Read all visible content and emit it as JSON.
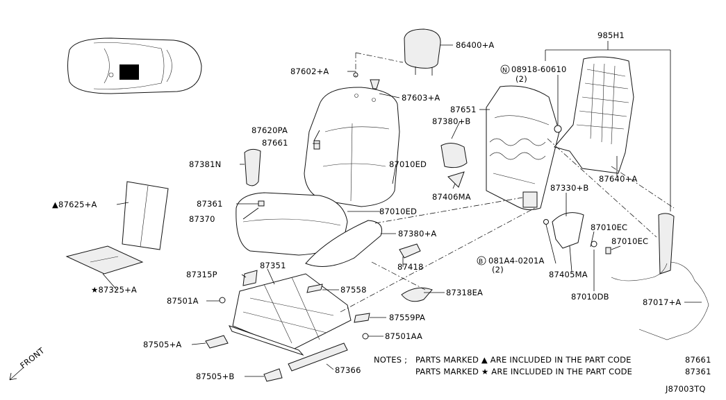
{
  "diagram": {
    "code": "J87003TQ",
    "front_label": "FRONT",
    "parts": [
      {
        "id": "p-86400",
        "label": "86400+A"
      },
      {
        "id": "p-87602",
        "label": "87602+A"
      },
      {
        "id": "p-87603",
        "label": "87603+A"
      },
      {
        "id": "p-87651",
        "label": "87651"
      },
      {
        "id": "p-87380b",
        "label": "87380+B"
      },
      {
        "id": "p-87620pa",
        "label": "87620PA"
      },
      {
        "id": "p-87661",
        "label": "87661"
      },
      {
        "id": "p-87381n",
        "label": "87381N"
      },
      {
        "id": "p-87010ed1",
        "label": "87010ED"
      },
      {
        "id": "p-87406ma",
        "label": "87406MA"
      },
      {
        "id": "p-87625",
        "label": "87625+A"
      },
      {
        "id": "p-87361",
        "label": "87361"
      },
      {
        "id": "p-87010ed2",
        "label": "87010ED"
      },
      {
        "id": "p-87370",
        "label": "87370"
      },
      {
        "id": "p-87380a",
        "label": "87380+A"
      },
      {
        "id": "p-87418",
        "label": "87418"
      },
      {
        "id": "p-87325",
        "label": "87325+A"
      },
      {
        "id": "p-87315p",
        "label": "87315P"
      },
      {
        "id": "p-87351",
        "label": "87351"
      },
      {
        "id": "p-87558",
        "label": "87558"
      },
      {
        "id": "p-87501a",
        "label": "87501A"
      },
      {
        "id": "p-87318ea",
        "label": "87318EA"
      },
      {
        "id": "p-87559pa",
        "label": "87559PA"
      },
      {
        "id": "p-87505a",
        "label": "87505+A"
      },
      {
        "id": "p-87501aa",
        "label": "87501AA"
      },
      {
        "id": "p-87366",
        "label": "87366"
      },
      {
        "id": "p-87505b",
        "label": "87505+B"
      },
      {
        "id": "p-985h1",
        "label": "985H1"
      },
      {
        "id": "p-08918",
        "label": "08918-60610"
      },
      {
        "id": "p-08918q",
        "label": "(2)"
      },
      {
        "id": "p-87640",
        "label": "87640+A"
      },
      {
        "id": "p-87330b",
        "label": "87330+B"
      },
      {
        "id": "p-87010ec1",
        "label": "87010EC"
      },
      {
        "id": "p-87010ec2",
        "label": "87010EC"
      },
      {
        "id": "p-081a4",
        "label": "081A4-0201A"
      },
      {
        "id": "p-081a4q",
        "label": "(2)"
      },
      {
        "id": "p-87405ma",
        "label": "87405MA"
      },
      {
        "id": "p-87010db",
        "label": "87010DB"
      },
      {
        "id": "p-87017",
        "label": "87017+A"
      }
    ],
    "notes": {
      "title": "NOTES ;",
      "line1_text": "PARTS MARKED ▲ ARE INCLUDED IN THE PART CODE",
      "line1_code": "87661",
      "line2_text": "PARTS MARKED ★ ARE INCLUDED IN THE PART CODE",
      "line2_code": "87361"
    }
  }
}
